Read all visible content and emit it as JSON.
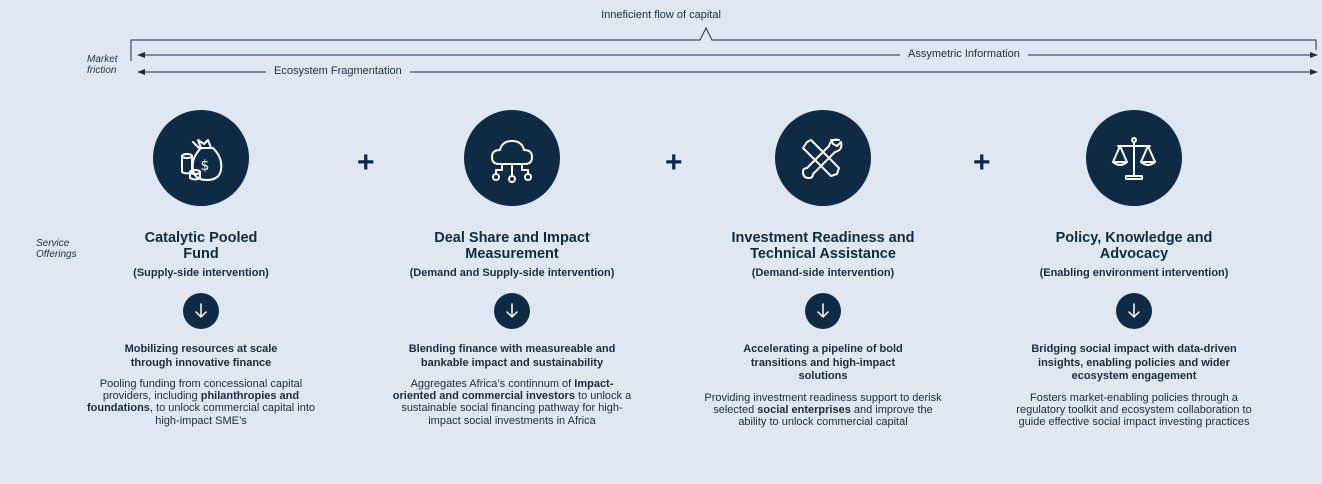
{
  "flow": {
    "top_label": "Inneficient flow of capital",
    "market_friction_label": "Market\nfriction",
    "service_offerings_label": "Service\nOfferings",
    "arrow1_label": "Assymetric Information",
    "arrow2_label": "Ecosystem Fragmentation"
  },
  "plus_sign": "+",
  "columns": [
    {
      "icon": "money-bag-icon",
      "title": "Catalytic Pooled Fund",
      "subtitle": "(Supply-side intervention)",
      "headline": "Mobilizing resources at scale through innovative finance",
      "desc_parts": [
        {
          "text": "Pooling funding from concessional capital providers, including "
        },
        {
          "text": "philanthropies and foundations",
          "bold": true
        },
        {
          "text": ", to unlock commercial capital into high-impact SME’s"
        }
      ]
    },
    {
      "icon": "cloud-network-icon",
      "title": "Deal Share and Impact Measurement",
      "subtitle": "(Demand and Supply-side intervention)",
      "headline": "Blending finance with measureable and bankable impact and sustainability",
      "desc_parts": [
        {
          "text": "Aggregates Africa’s continnum of "
        },
        {
          "text": "Impact-oriented and commercial investors",
          "bold": true
        },
        {
          "text": " to unlock a sustainable social financing pathway for high-impact social investments in Africa"
        }
      ]
    },
    {
      "icon": "tools-icon",
      "title": "Investment Readiness and Technical Assistance",
      "subtitle": "(Demand-side intervention)",
      "headline": "Accelerating a pipeline of bold transitions and high-impact solutions",
      "desc_parts": [
        {
          "text": "Providing investment readiness support to derisk selected "
        },
        {
          "text": "social enterprises",
          "bold": true
        },
        {
          "text": " and improve the ability to unlock commercial capital"
        }
      ]
    },
    {
      "icon": "scales-icon",
      "title": "Policy, Knowledge and Advocacy",
      "subtitle": "(Enabling environment intervention)",
      "headline": "Bridging social impact with data-driven insights, enabling policies and wider ecosystem engagement",
      "desc_parts": [
        {
          "text": "Fosters market-enabling policies through a regulatory toolkit and ecosystem collaboration to guide effective social impact investing practices"
        }
      ]
    }
  ],
  "colors": {
    "background": "#dfe7f2",
    "navy": "#0f2a44",
    "text": "#1b2c40"
  }
}
